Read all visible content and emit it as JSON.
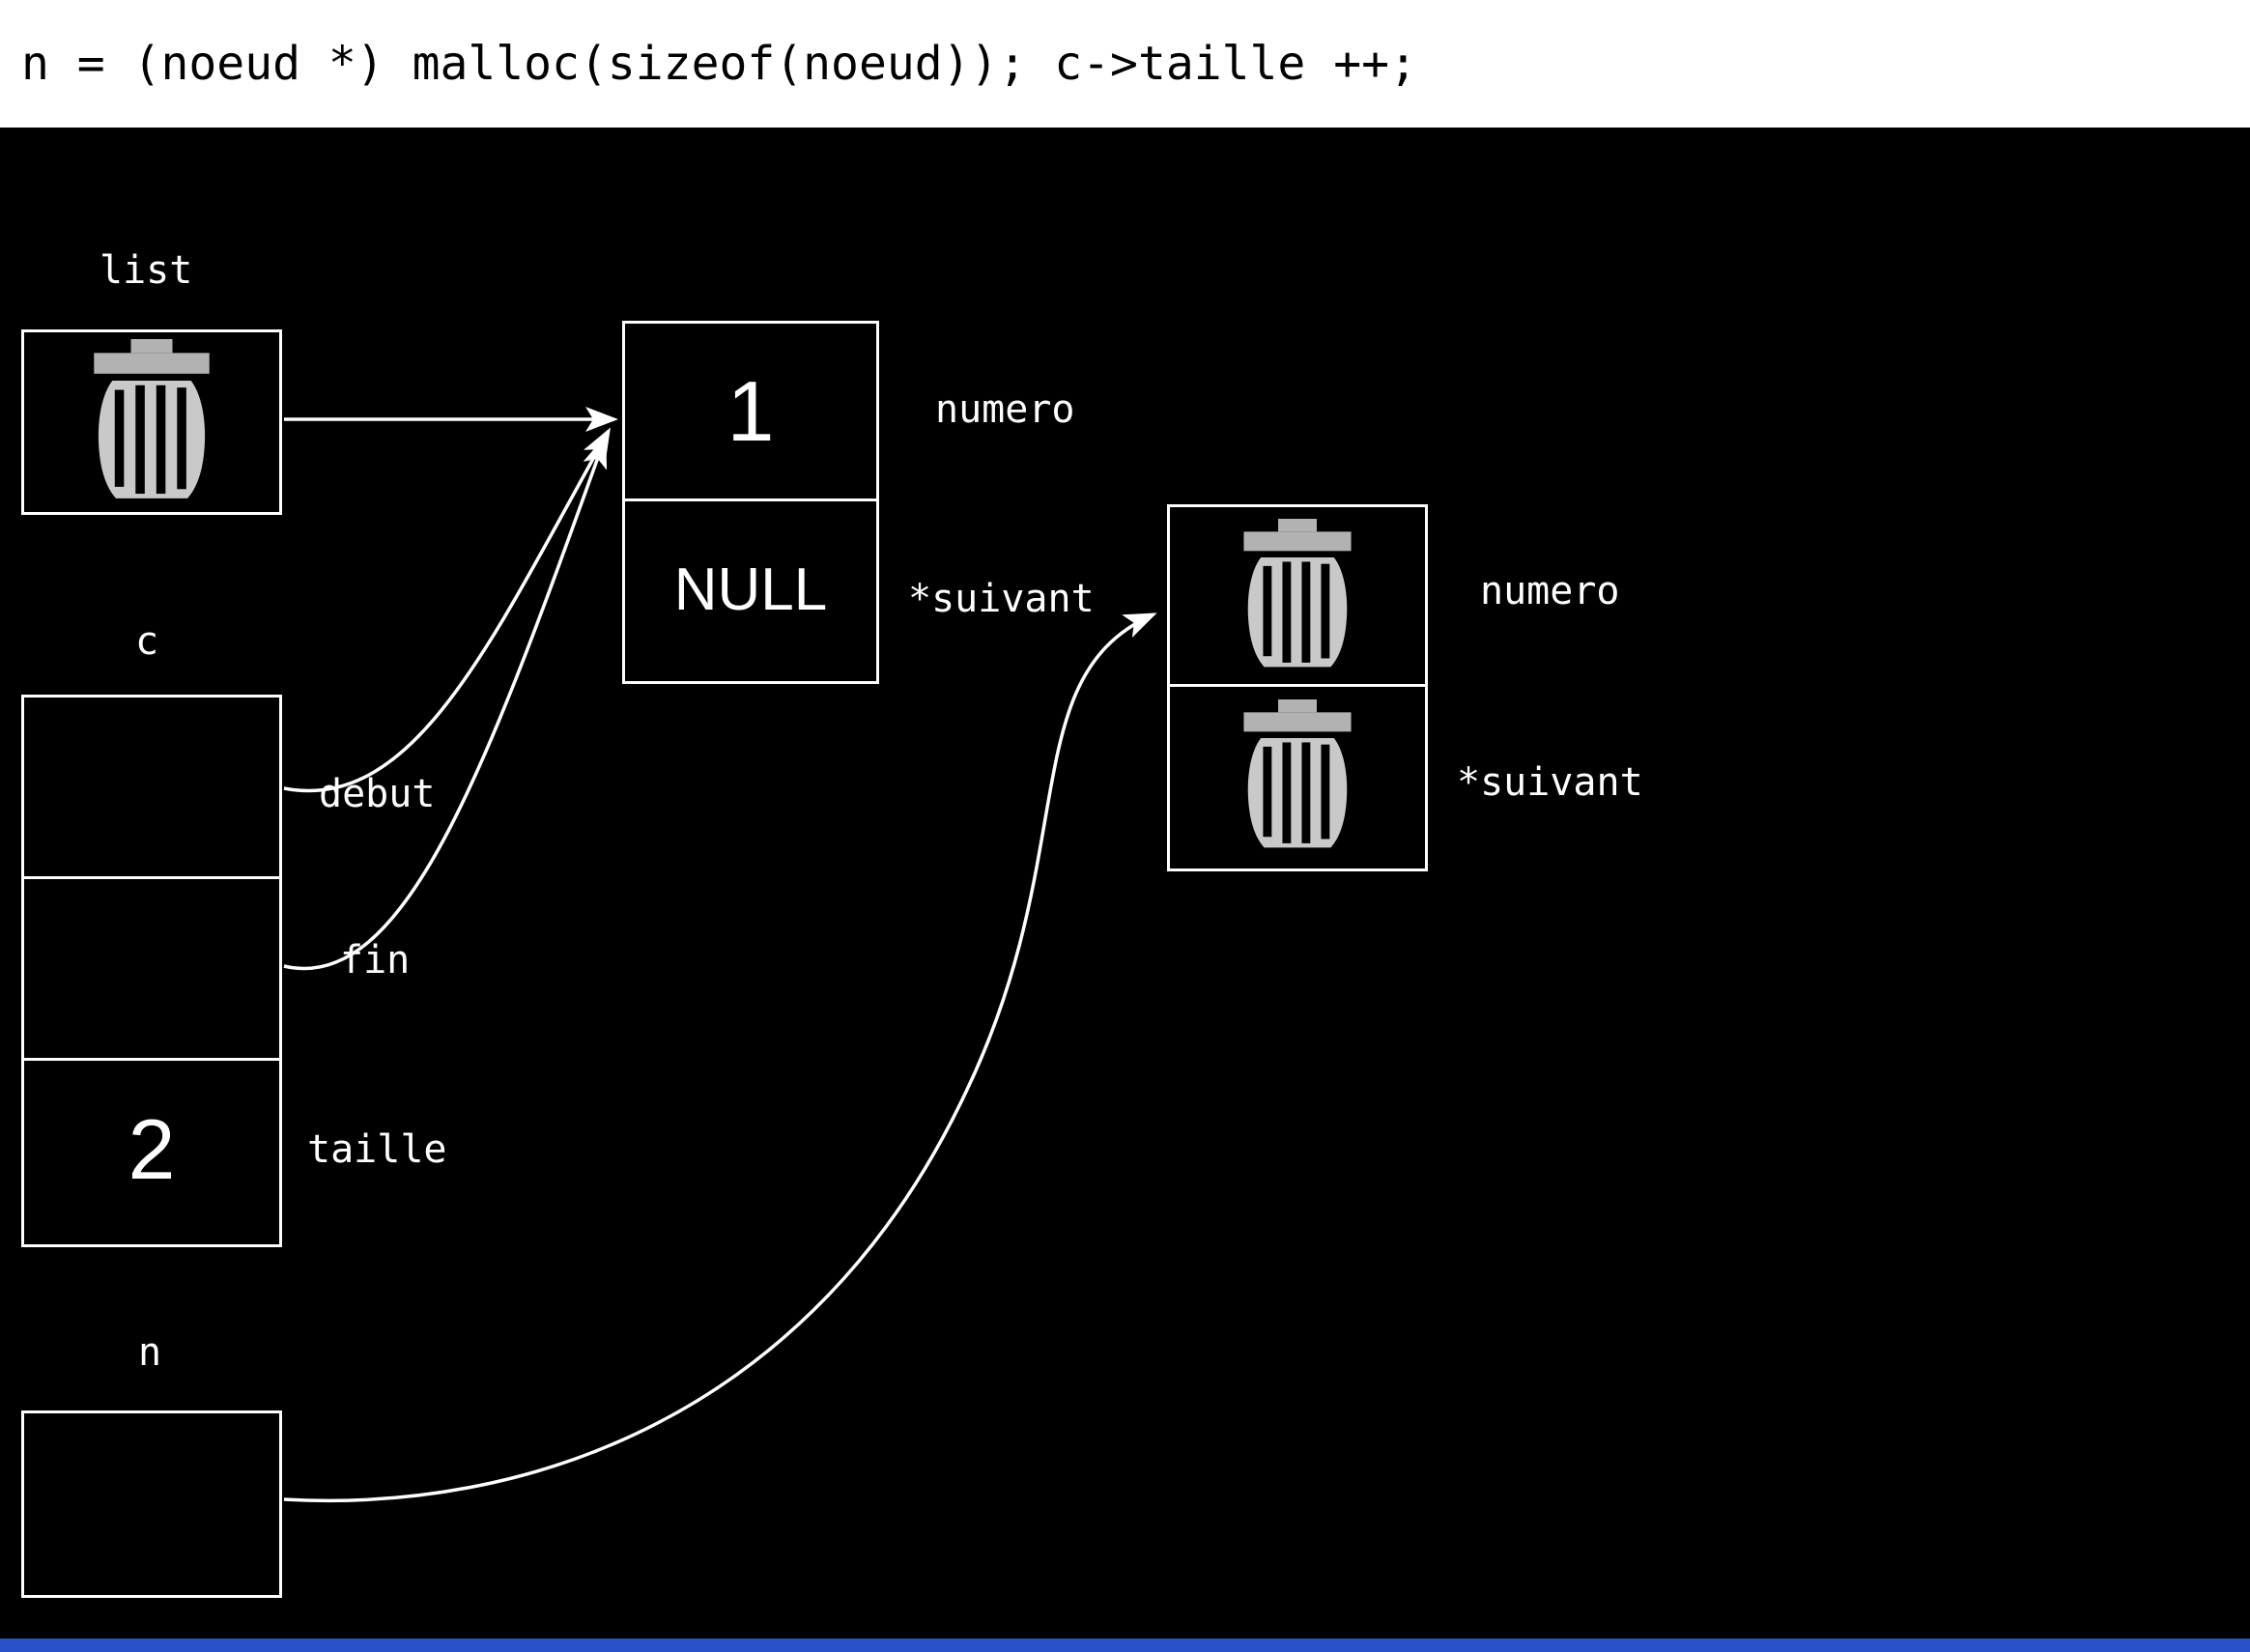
{
  "colors": {
    "bg": "#000000",
    "topbar_bg": "#ffffff",
    "fg": "#ffffff",
    "code_fg": "#000000",
    "bottom_bar": "#2a52c8",
    "trash_light": "#c9c9c9",
    "trash_mid": "#b2b2b2"
  },
  "toolbar": {
    "code_line": "n = (noeud *) malloc(sizeof(noeud)); c->taille ++;"
  },
  "pointers": {
    "list": {
      "label": "list",
      "value": "uninitialized",
      "icon": "trash-icon"
    },
    "n": {
      "label": "n",
      "value": ""
    }
  },
  "struct_c": {
    "label": "c",
    "fields": [
      {
        "name": "debut",
        "value": ""
      },
      {
        "name": "fin",
        "value": ""
      },
      {
        "name": "taille",
        "value": "2"
      }
    ]
  },
  "nodes": {
    "node1": {
      "fields": [
        {
          "name": "numero",
          "value": "1"
        },
        {
          "name": "*suivant",
          "value": "NULL"
        }
      ]
    },
    "node2": {
      "fields": [
        {
          "name": "numero",
          "value": "uninitialized",
          "icon": "trash-icon"
        },
        {
          "name": "*suivant",
          "value": "uninitialized",
          "icon": "trash-icon"
        }
      ]
    }
  },
  "edges": [
    {
      "from": "list",
      "to": "node1"
    },
    {
      "from": "c.debut",
      "to": "node1"
    },
    {
      "from": "c.fin",
      "to": "node1"
    },
    {
      "from": "n",
      "to": "node2"
    }
  ]
}
